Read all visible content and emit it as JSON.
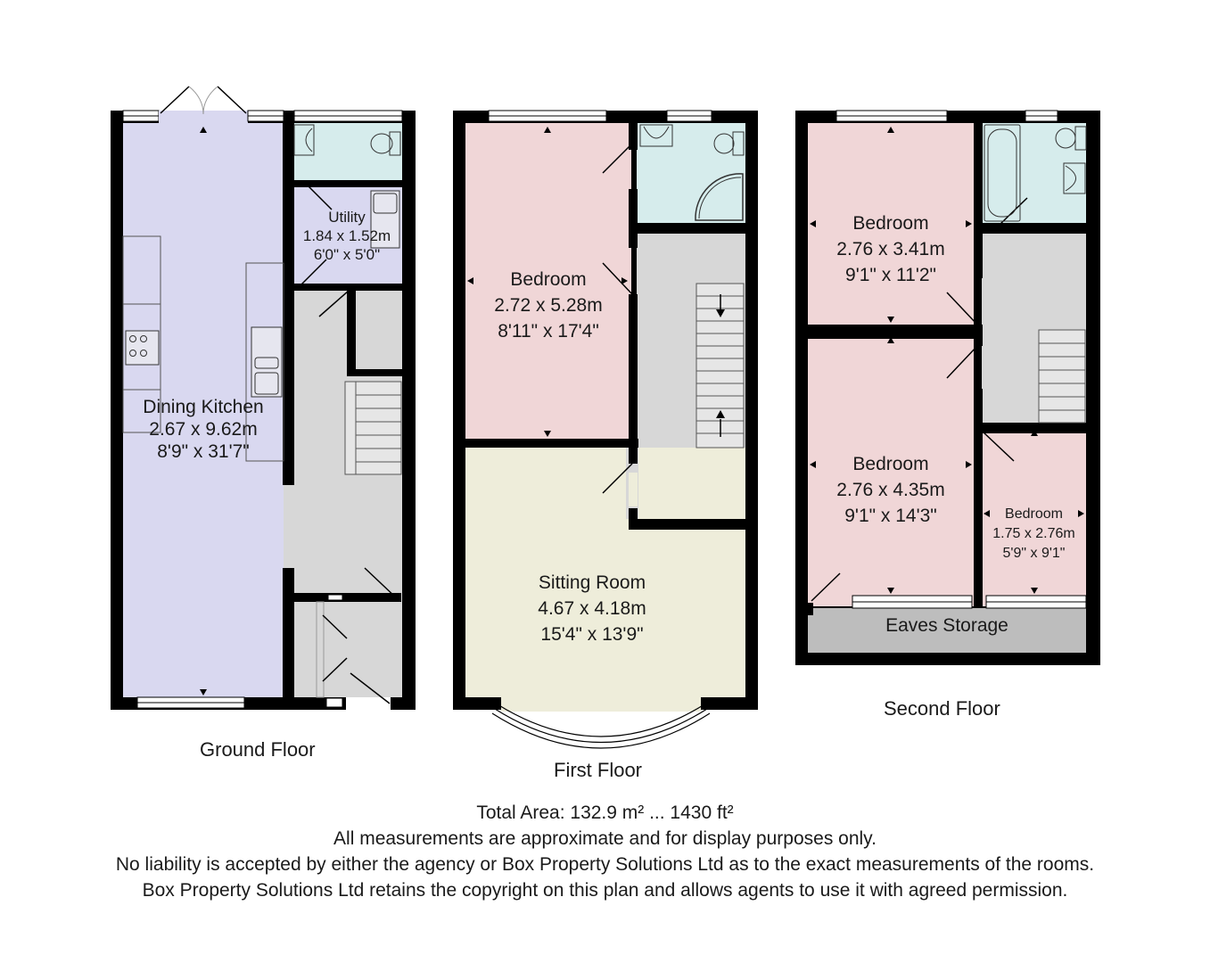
{
  "colors": {
    "wall": "#000000",
    "kitchen": "#d9d8f0",
    "bathroom": "#d6ecec",
    "hall": "#d7d7d7",
    "bedroom": "#f0d6d7",
    "sitting": "#eeedda",
    "eaves": "#bdbdbd"
  },
  "floors": [
    {
      "title": "Ground Floor",
      "rooms": [
        {
          "name": "Dining Kitchen",
          "metric": "2.67 x 9.62m",
          "imperial": "8'9\" x 31'7\""
        },
        {
          "name": "Utility",
          "metric": "1.84 x 1.52m",
          "imperial": "6'0\" x 5'0\""
        }
      ]
    },
    {
      "title": "First Floor",
      "rooms": [
        {
          "name": "Bedroom",
          "metric": "2.72 x 5.28m",
          "imperial": "8'11\" x 17'4\""
        },
        {
          "name": "Sitting Room",
          "metric": "4.67 x 4.18m",
          "imperial": "15'4\" x 13'9\""
        }
      ]
    },
    {
      "title": "Second Floor",
      "rooms": [
        {
          "name": "Bedroom",
          "metric": "2.76 x 3.41m",
          "imperial": "9'1\" x 11'2\""
        },
        {
          "name": "Bedroom",
          "metric": "2.76 x 4.35m",
          "imperial": "9'1\" x 14'3\""
        },
        {
          "name": "Bedroom",
          "metric": "1.75 x 2.76m",
          "imperial": "5'9\" x 9'1\""
        },
        {
          "name": "Eaves Storage"
        }
      ]
    }
  ],
  "footer": {
    "total_area": "Total Area: 132.9 m² ... 1430 ft²",
    "line2": "All measurements are approximate and for display purposes only.",
    "line3": "No liability is accepted by either the agency or Box Property Solutions Ltd as to the exact measurements of the rooms.",
    "line4": "Box Property Solutions Ltd retains the copyright on this plan and allows agents to use it with agreed permission."
  }
}
